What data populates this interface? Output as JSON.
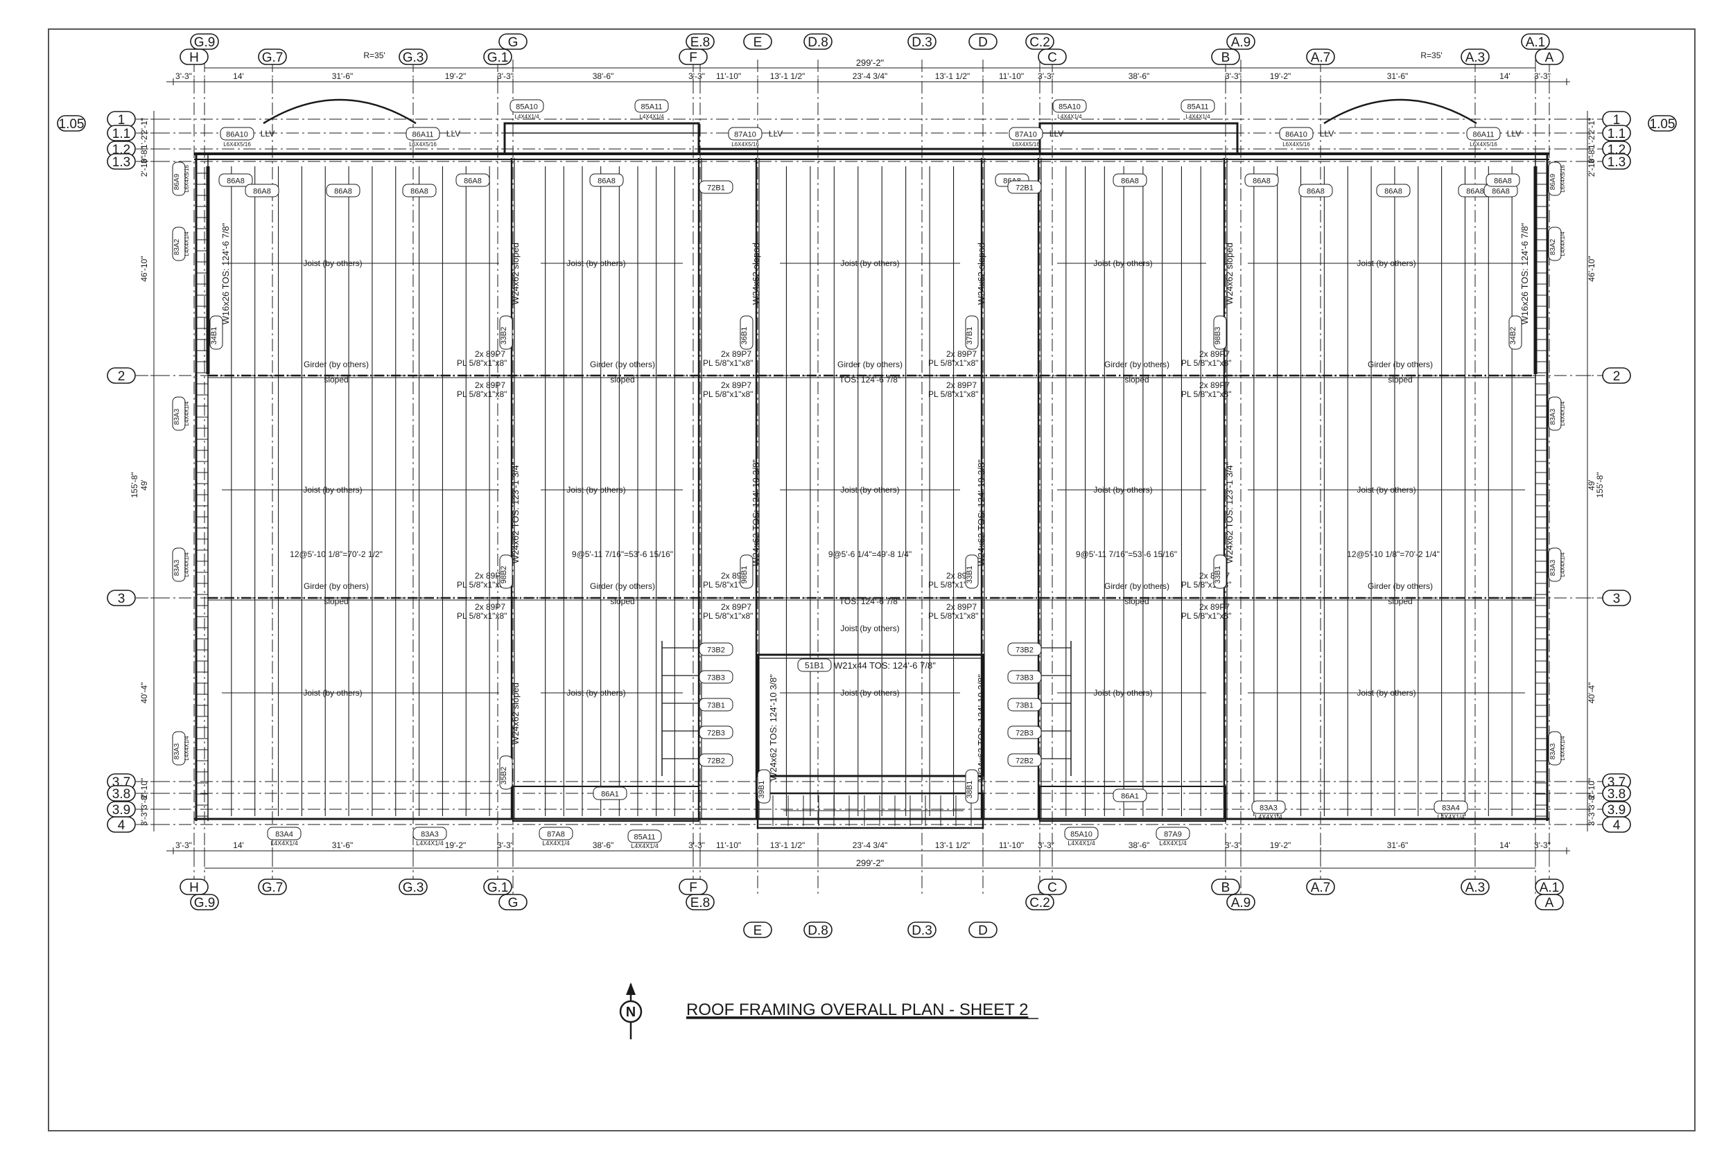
{
  "title": "ROOF FRAMING OVERALL PLAN - SHEET 2",
  "north_label": "N",
  "arc_radius_label": "R=35'",
  "overall_dimension": "299'-2\"",
  "top_grid_upper": [
    "G.9",
    "G",
    "E.8",
    "E",
    "D.8",
    "D.3",
    "D",
    "C.2",
    "A.9",
    "A.1"
  ],
  "top_grid_lower": [
    "H",
    "G.7",
    "G.3",
    "G.1",
    "F",
    "C",
    "B",
    "A.7",
    "A.3",
    "A"
  ],
  "bottom_grid_upper": [
    "H",
    "G.7",
    "G.3",
    "G.1",
    "F",
    "C",
    "B",
    "A.7",
    "A.3",
    "A.1"
  ],
  "bottom_grid_lower": [
    "G.9",
    "G",
    "E.8",
    "C.2",
    "A.9",
    "A"
  ],
  "bottom_grid_third": [
    "E",
    "D.8",
    "D.3",
    "D"
  ],
  "row_grid_labels": [
    "1.05",
    "1",
    "1.1",
    "1.2",
    "1.3",
    "2",
    "3",
    "3.7",
    "3.8",
    "3.9",
    "4"
  ],
  "bay_dimensions": [
    "3'-3\"",
    "14'",
    "31'-6\"",
    "19'-2\"",
    "3'-3\"",
    "38'-6\"",
    "3'-3\"",
    "11'-10\"",
    "13'-1 1/2\"",
    "23'-4 3/4\"",
    "13'-1 1/2\"",
    "11'-10\"",
    "3'-3\"",
    "38'-6\"",
    "3'-3\"",
    "19'-2\"",
    "31'-6\"",
    "14'",
    "3'-3\""
  ],
  "side_dimensions": [
    "2'-1\"",
    "1'-2\"",
    "3'-8\"",
    "2'-10\"",
    "46'-10\"",
    "155'-8\"",
    "49'",
    "40'-4\"",
    "2'-10\"",
    "3'-8\"",
    "3'-3\""
  ],
  "member_labels": {
    "joist": "Joist (by others)",
    "girder": "Girder (by others)",
    "sloped": "sloped",
    "tos_center": "TOS: 124'-6 7/8\"",
    "double_plate": "2x 89P7",
    "plate": "PL 5/8\"x1\"x8\"",
    "spacing_left": "12@5'-10 1/8\"=70'-2 1/2\"",
    "spacing_mid_left": "9@5'-11 7/16\"=53'-6 15/16\"",
    "spacing_center": "9@5'-6 1/4\"=49'-8 1/4\"",
    "spacing_mid_right": "9@5'-11 7/16\"=53'-6 15/16\"",
    "spacing_right": "12@5'-10 1/8\"=70'-2 1/4\"",
    "beam_51b1": "51B1",
    "beam_51b1_desc": "W21x44 TOS: 124'-6 7/8\"",
    "llv": "LLV"
  },
  "vertical_beams": [
    {
      "mark": "34B1",
      "desc": "W16x26 TOS: 124'-6 7/8\""
    },
    {
      "mark": "33B2",
      "desc": "W24x62 sloped"
    },
    {
      "mark": "98B2",
      "desc": "W24x62 TOS: 123'-1 3/4\""
    },
    {
      "mark": "35B2",
      "desc": "W24x62 sloped"
    },
    {
      "mark": "36B1",
      "desc": "W24x62 sloped"
    },
    {
      "mark": "98B1",
      "desc": "W24x62 TOS: 124'-10 3/8\""
    },
    {
      "mark": "39B1",
      "desc": "W24x62 TOS: 124'-10 3/8\""
    },
    {
      "mark": "37B1",
      "desc": "W24x62 sloped"
    },
    {
      "mark": "33B1",
      "desc": "W24x62 TOS: 124'-10 3/8\""
    },
    {
      "mark": "38B1",
      "desc": "W24x62 TOS: 124'-10 3/8\""
    },
    {
      "mark": "98B3",
      "desc": "W24x62 sloped"
    },
    {
      "mark": "33B1",
      "desc": "W24x62 TOS: 123'-1 3/4\""
    },
    {
      "mark": "34B2",
      "desc": "W16x26 TOS: 124'-6 7/8\""
    }
  ],
  "top_angles": [
    {
      "mark": "86A10",
      "extra": "LLV",
      "size": "L6X4X5/16"
    },
    {
      "mark": "86A11",
      "extra": "LLV",
      "size": "L6X4X5/16"
    },
    {
      "mark": "85A10",
      "extra": "",
      "size": "L4X4X1/4"
    },
    {
      "mark": "85A11",
      "extra": "",
      "size": "L4X4X1/4"
    },
    {
      "mark": "87A10",
      "extra": "LLV",
      "size": "L6X4X5/16"
    },
    {
      "mark": "87A10",
      "extra": "LLV",
      "size": "L6X4X5/16"
    },
    {
      "mark": "85A10",
      "extra": "",
      "size": "L4X4X1/4"
    },
    {
      "mark": "85A11",
      "extra": "",
      "size": "L4X4X1/4"
    },
    {
      "mark": "86A10",
      "extra": "LLV",
      "size": "L6X4X5/16"
    },
    {
      "mark": "86A11",
      "extra": "LLV",
      "size": "L6X4X5/16"
    }
  ],
  "side_angles": [
    {
      "mark": "86A9",
      "size": "L6X4X5/16"
    },
    {
      "mark": "83A2",
      "size": "L4X4X1/4"
    },
    {
      "mark": "83A3",
      "size": "L4X4X1/4"
    },
    {
      "mark": "83A3",
      "size": "L4X4X1/4"
    },
    {
      "mark": "83A3",
      "size": "L4X4X1/4"
    }
  ],
  "bottom_angles": [
    {
      "mark": "83A4",
      "size": "L4X4X1/4"
    },
    {
      "mark": "83A3",
      "size": "L4X4X1/4"
    },
    {
      "mark": "87A8",
      "size": "L4X4X1/4"
    },
    {
      "mark": "85A11",
      "size": "L4X4X1/4"
    },
    {
      "mark": "85A10",
      "size": "L4X4X1/4"
    },
    {
      "mark": "87A9",
      "size": "L4X4X1/4"
    },
    {
      "mark": "83A3",
      "size": "L4X4X1/4"
    },
    {
      "mark": "83A4",
      "size": "L4X4X1/4"
    }
  ],
  "top_clip_marks": [
    "86A8",
    "86A8",
    "86A8",
    "86A8",
    "86A8",
    "86A8",
    "86A8",
    "86A8",
    "86A8",
    "86A8",
    "86A8",
    "86A8",
    "86A8",
    "86A8"
  ],
  "clip_mark": "86A8",
  "interior_beam_marks": [
    "72B1",
    "72B1",
    "86A1",
    "86A1"
  ],
  "stair_beam_marks": [
    "73B2",
    "73B3",
    "73B1",
    "72B3",
    "72B2"
  ],
  "colors": {
    "line": "#1a1a1a",
    "grid": "#333333",
    "paper": "#ffffff"
  }
}
